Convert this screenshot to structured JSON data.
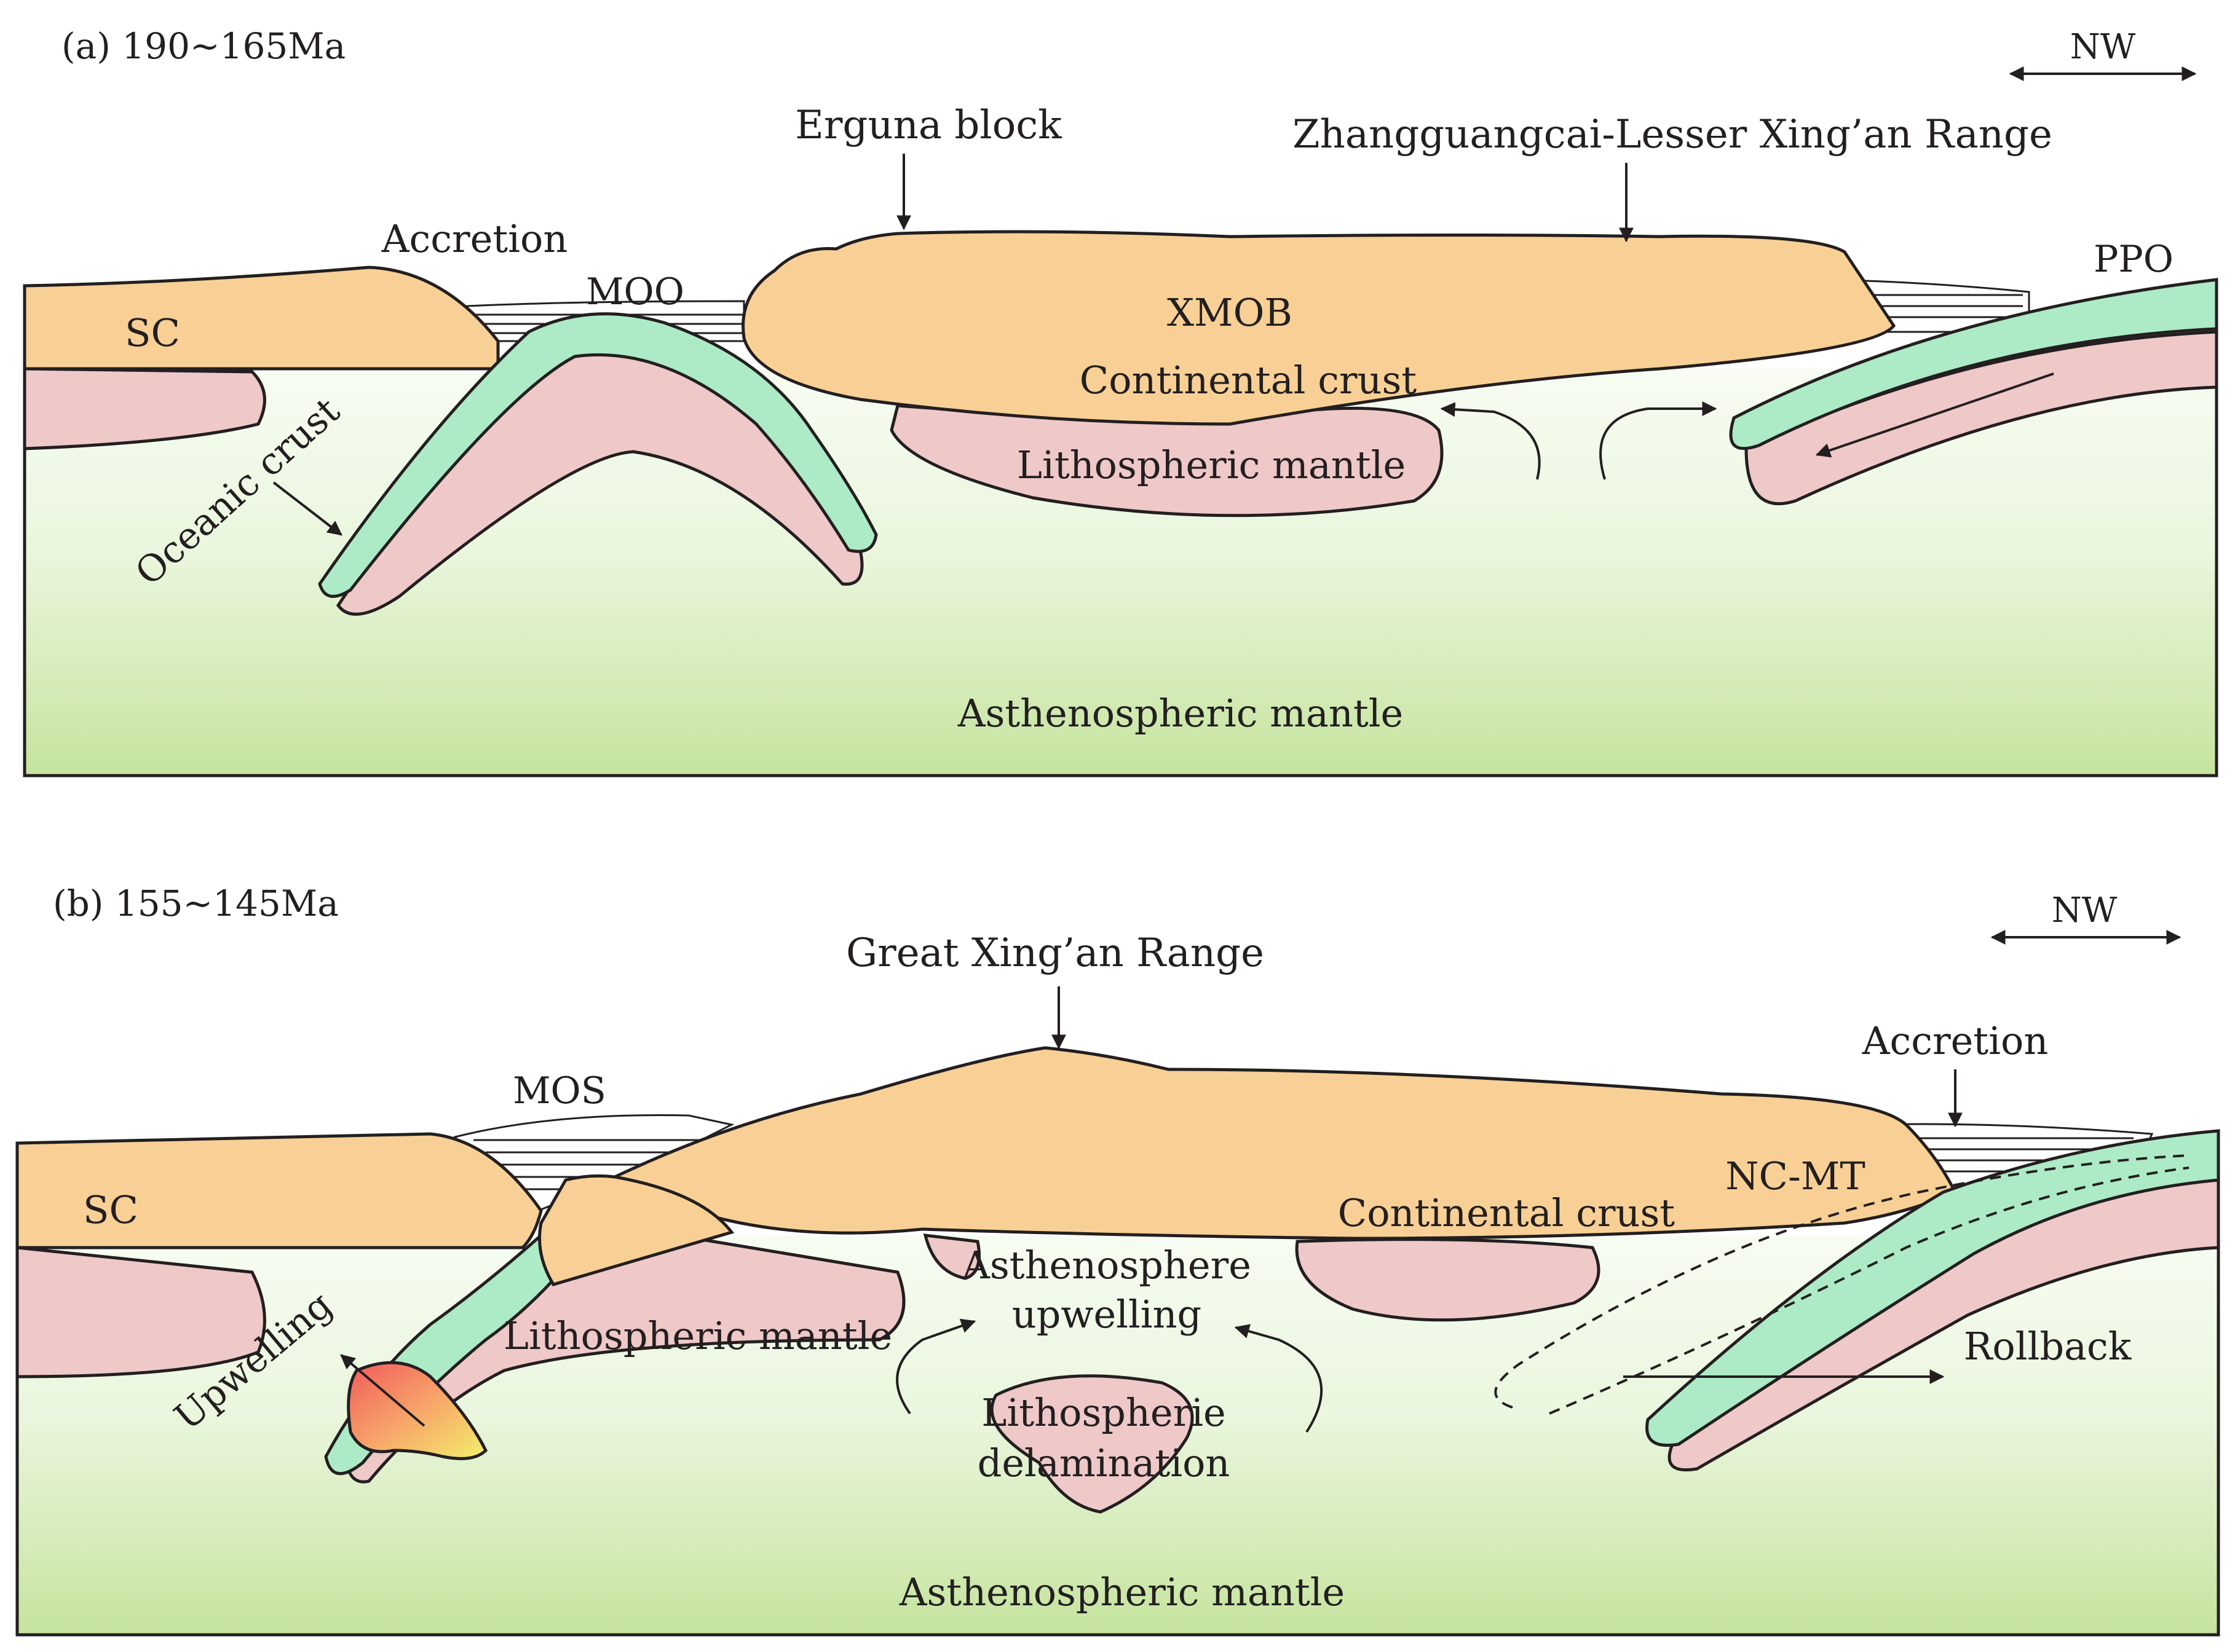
{
  "panel_a": {
    "caption": "(a) 190~165Ma",
    "direction": "NW",
    "labels": {
      "erguna": "Erguna block",
      "zxr": "Zhangguangcai-Lesser Xing’an Range",
      "accretion": "Accretion",
      "moo": "MOO",
      "ppo": "PPO",
      "sc": "SC",
      "xmob": "XMOB",
      "continental_crust": "Continental crust",
      "lithospheric_mantle": "Lithospheric mantle",
      "oceanic_crust": "Oceanic crust",
      "asthenospheric_mantle": "Asthenospheric mantle"
    }
  },
  "panel_b": {
    "caption": "(b) 155~145Ma",
    "direction": "NW",
    "labels": {
      "gxr": "Great Xing’an Range",
      "accretion": "Accretion",
      "mos": "MOS",
      "sc": "SC",
      "ncmt": "NC-MT",
      "continental_crust": "Continental crust",
      "asthenosphere_1": "Asthenosphere",
      "asthenosphere_2": "upwelling",
      "lithospheric_mantle": "Lithospheric mantle",
      "upwelling": "Upwelling",
      "rollback": "Rollback",
      "delam_1": "Lithospherie",
      "delam_2": "delamination",
      "asthenospheric_mantle": "Asthenospheric mantle"
    }
  },
  "colors": {
    "continental_crust": "#f8d095",
    "lithospheric_mantle": "#efc8c8",
    "oceanic_crust": "#acebc5",
    "mantle_top": "#f7fcf2",
    "mantle_bottom": "#c8e6a3",
    "outline": "#231f20"
  }
}
